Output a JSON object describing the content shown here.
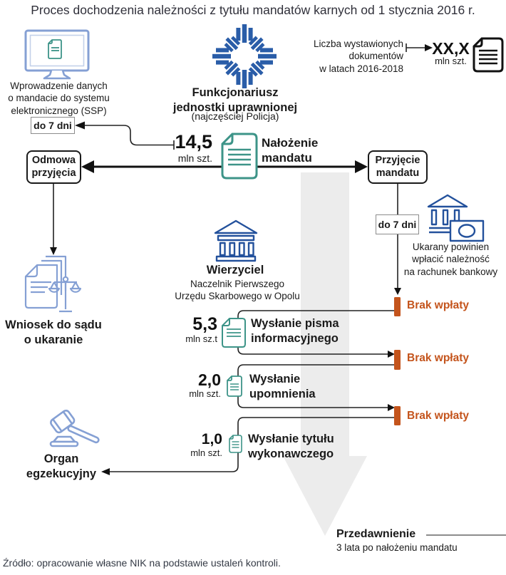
{
  "title": "Proces dochodzenia należności z tytułu mandatów karnych od 1 stycznia 2016 r.",
  "legend": {
    "label": "Liczba wystawionych\ndokumentów\nw latach 2016-2018",
    "value": "XX,X",
    "unit": "mln szt."
  },
  "ssp": {
    "label": "Wprowadzenie danych\no mandacie do systemu\nelektronicznego (SSP)",
    "deadline": "do 7 dni"
  },
  "officer": {
    "name": "Funkcjonariusz\njednostki uprawnionej",
    "subtitle": "(najczęściej Policja)"
  },
  "issue": {
    "value": "14,5",
    "unit": "mln szt.",
    "label": "Nałożenie\nmandatu"
  },
  "refusal": {
    "label": "Odmowa\nprzyjęcia"
  },
  "acceptance": {
    "label": "Przyjęcie\nmandatu",
    "deadline": "do 7 dni"
  },
  "payment": {
    "note": "Ukarany powinien\nwpłacić należność\nna rachunek bankowy"
  },
  "court": {
    "label": "Wniosek do sądu\no ukaranie"
  },
  "creditor": {
    "name": "Wierzyciel",
    "detail": "Naczelnik Pierwszego\nUrzędu Skarbowego w Opolu"
  },
  "labels": {
    "no_payment": "Brak wpłaty"
  },
  "steps": [
    {
      "value": "5,3",
      "unit": "mln sz.t",
      "label": "Wysłanie pisma\ninformacyjnego"
    },
    {
      "value": "2,0",
      "unit": "mln szt.",
      "label": "Wysłanie\nupomnienia"
    },
    {
      "value": "1,0",
      "unit": "mln szt.",
      "label": "Wysłanie tytułu\nwykonawczego"
    }
  ],
  "enforcement": {
    "label": "Organ\negzekucyjny"
  },
  "limitation": {
    "title": "Przedawnienie",
    "subtitle": "3 lata po nałożeniu mandatu"
  },
  "source": "Źródło: opracowanie własne NIK na podstawie ustaleń kontroli.",
  "colors": {
    "accent_orange": "#c4541c",
    "teal": "#3d9488",
    "light_blue": "#85a0d4",
    "navy": "#23519c",
    "badge_blue": "#2a5da8",
    "gray_arrow": "#ececec"
  }
}
